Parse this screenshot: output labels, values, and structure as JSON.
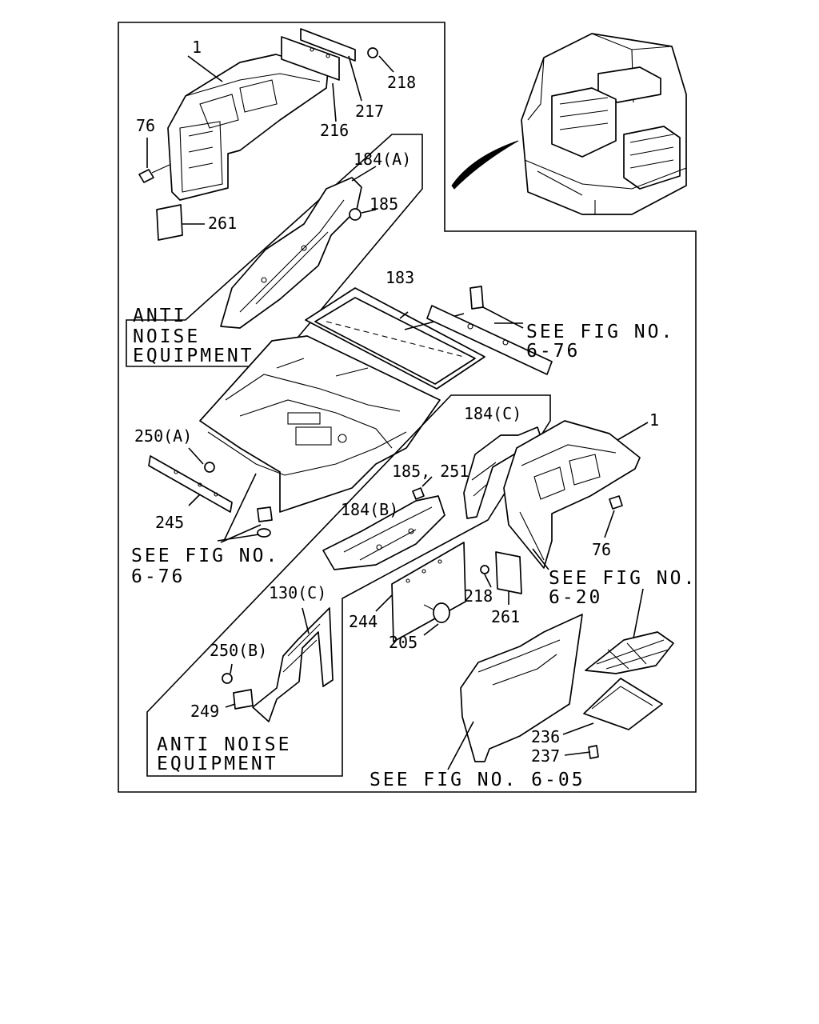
{
  "diagram": {
    "labels": {
      "p1_top": "1",
      "p218_top": "218",
      "p217": "217",
      "p216": "216",
      "p76_top": "76",
      "p261_top": "261",
      "p184a": "184(A)",
      "p185": "185",
      "p183": "183",
      "p184c": "184(C)",
      "p1_right": "1",
      "p250a": "250(A)",
      "p185_251": "185, 251",
      "p245": "245",
      "p184b": "184(B)",
      "p76_right": "76",
      "p218_mid": "218",
      "p261_mid": "261",
      "p130c": "130(C)",
      "p244": "244",
      "p205": "205",
      "p250b": "250(B)",
      "p249": "249",
      "p236": "236",
      "p237": "237"
    },
    "notes": {
      "anti_noise_1_line1": "ANTI",
      "anti_noise_1_line2": "NOISE",
      "anti_noise_1_line3": "EQUIPMENT",
      "anti_noise_2_line1": "ANTI NOISE",
      "anti_noise_2_line2": "EQUIPMENT",
      "see_fig_676_a_line1": "SEE FIG NO.",
      "see_fig_676_a_line2": "6-76",
      "see_fig_676_b_line1": "SEE FIG NO.",
      "see_fig_676_b_line2": "6-76",
      "see_fig_620_line1": "SEE FIG NO.",
      "see_fig_620_line2": "6-20",
      "see_fig_605": "SEE FIG NO. 6-05"
    }
  }
}
